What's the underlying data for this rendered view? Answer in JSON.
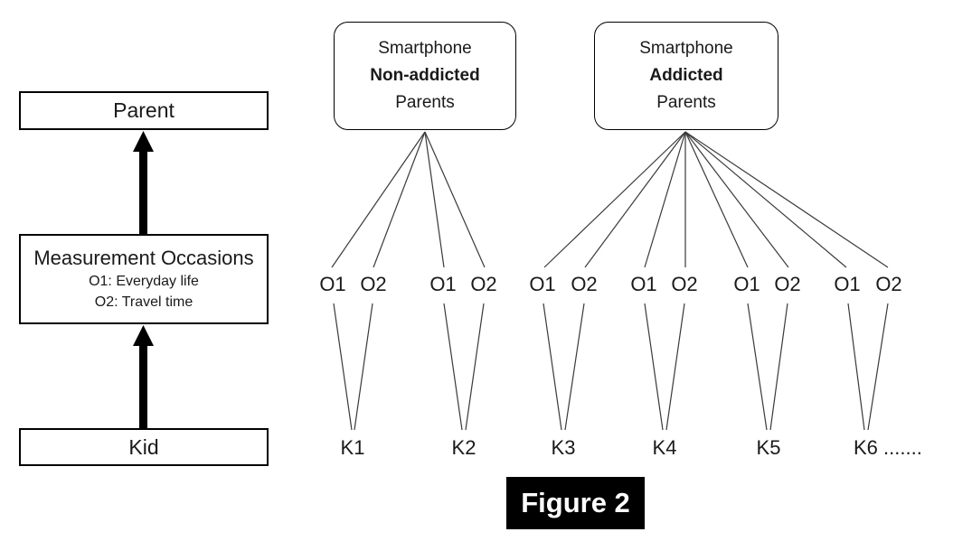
{
  "figure": {
    "caption": "Figure 2"
  },
  "left_model": {
    "parent_label": "Parent",
    "measurement_title": "Measurement Occasions",
    "measurement_items": [
      "O1: Everyday life",
      "O2: Travel time"
    ],
    "kid_label": "Kid"
  },
  "groups": {
    "non_addicted": {
      "line1": "Smartphone",
      "line2": "Non-addicted",
      "line3": "Parents"
    },
    "addicted": {
      "line1": "Smartphone",
      "line2": "Addicted",
      "line3": "Parents"
    }
  },
  "occasions": {
    "labels": [
      "O1",
      "O2",
      "O1",
      "O2",
      "O1",
      "O2",
      "O1",
      "O2",
      "O1",
      "O2",
      "O1",
      "O2"
    ]
  },
  "kids": {
    "labels": [
      "K1",
      "K2",
      "K3",
      "K4",
      "K5",
      "K6 ......."
    ]
  },
  "colors": {
    "thin_line": "#3a3a3a",
    "border": "#000000",
    "figure_bg": "#000000",
    "figure_text": "#ffffff"
  }
}
